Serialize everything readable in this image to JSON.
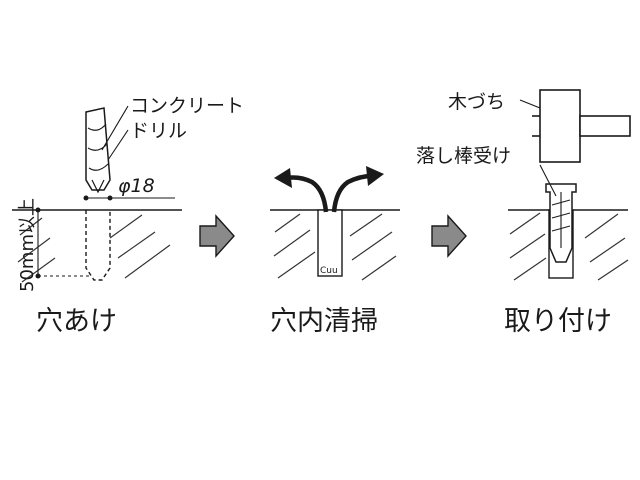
{
  "steps": [
    {
      "caption": "穴あけ",
      "callouts": {
        "drill_line1": "コンクリート",
        "drill_line2": "ドリル",
        "diameter": "φ18",
        "depth": "50mm以上"
      }
    },
    {
      "caption": "穴内清掃",
      "callouts": {
        "dust": "Cuu"
      }
    },
    {
      "caption": "取り付け",
      "callouts": {
        "mallet": "木づち",
        "bolt": "落し棒受け"
      }
    }
  ],
  "icons": [
    "drill-bit-icon",
    "arrow-right-icon",
    "hammer-icon",
    "anchor-icon",
    "curved-arrow-icon"
  ]
}
